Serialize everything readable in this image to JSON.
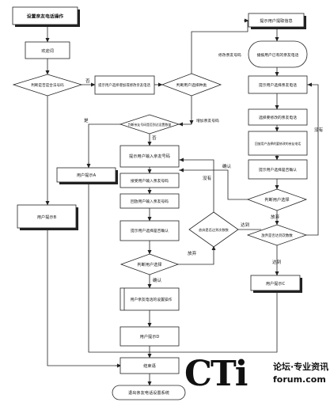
{
  "nodes": {
    "title": "设置亲友电话操作",
    "welcome": "欢迎词",
    "check_legal": "判断是否是合法号码",
    "prompt_choose_op": "提示用户选择增加或修改亲友电话",
    "judge_op": "判断用户选择种类",
    "judge_slots": "判断亲友号码是否到达设置数量",
    "prompt_input_num": "提示用户输入亲友号码",
    "accept_input": "接受用户输入亲友号码",
    "replay_input": "回放用户输入亲友号码",
    "prompt_confirm_a": "提示用户选择是否确认",
    "judge_choice_a": "判断用户选择",
    "save_friend": "用户亲友电话的设置操作",
    "tip_a": "用户提示A",
    "tip_b": "用户提示B",
    "tip_c": "用户提示C",
    "tip_d": "用户提示D",
    "closing": "结束语",
    "exit": "退出亲友电话设置系统",
    "get_info": "提示用户提取信息",
    "play_existing": "播报用户已有的亲友电话",
    "prompt_choose_friend": "提示用户选择亲友电话",
    "choose_to_modify": "选择要修改的亲友电话",
    "replay_to_modify": "回放用户选择的要修改的亲友电话",
    "prompt_confirm_b": "提示用户选择是否确认",
    "judge_choice_b": "判断用户选择",
    "judge_max_b": "放弃是否达到次数数",
    "judge_max_a": "放弃是否达到次数数"
  },
  "edges": {
    "no_1": "否",
    "yes_1": "是",
    "add_num": "增加亲友号码",
    "modify_num": "修改亲友号码",
    "no_2": "否",
    "no_3": "没有",
    "confirm_a": "确认",
    "giveup_a": "放弃",
    "reach_a": "达到",
    "confirm_b": "确认",
    "giveup_b": "放弃",
    "reach_b": "达到",
    "no_4": "没有"
  },
  "watermark": {
    "brand": "CTi",
    "line1": "论坛·专业资讯",
    "line2": "forum.com"
  }
}
